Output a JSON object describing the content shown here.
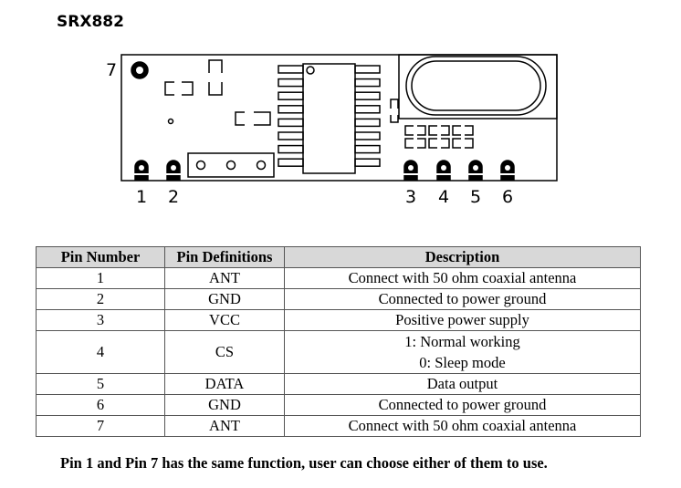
{
  "module": {
    "title": "SRX882",
    "pins_bottom_left": [
      "1",
      "2"
    ],
    "pins_bottom_right": [
      "3",
      "4",
      "5",
      "6"
    ],
    "pin_top": "7"
  },
  "table": {
    "headers": [
      "Pin Number",
      "Pin Definitions",
      "Description"
    ],
    "rows": [
      {
        "pin": "1",
        "def": "ANT",
        "desc": [
          "Connect with 50 ohm coaxial antenna"
        ]
      },
      {
        "pin": "2",
        "def": "GND",
        "desc": [
          "Connected to power ground"
        ]
      },
      {
        "pin": "3",
        "def": "VCC",
        "desc": [
          "Positive power supply"
        ]
      },
      {
        "pin": "4",
        "def": "CS",
        "desc": [
          "1: Normal working",
          "0: Sleep mode"
        ]
      },
      {
        "pin": "5",
        "def": "DATA",
        "desc": [
          "Data output"
        ]
      },
      {
        "pin": "6",
        "def": "GND",
        "desc": [
          "Connected to power ground"
        ]
      },
      {
        "pin": "7",
        "def": "ANT",
        "desc": [
          "Connect with 50 ohm coaxial antenna"
        ]
      }
    ]
  },
  "note": "Pin 1 and Pin 7 has the same function, user can choose either of them to use."
}
